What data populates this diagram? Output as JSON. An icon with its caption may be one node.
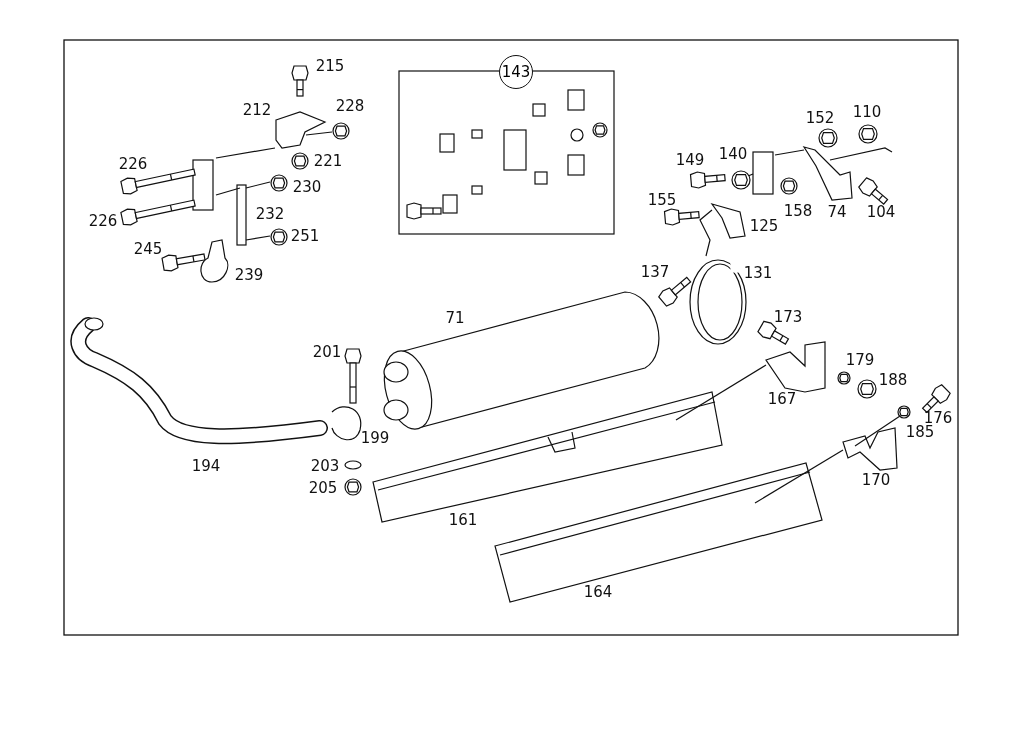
{
  "diagram": {
    "nodes": [
      {
        "text": [
          "143"
        ]
      }
    ],
    "labels": [
      "215",
      "212",
      "228",
      "226",
      "221",
      "226",
      "230",
      "232",
      "245",
      "251",
      "239",
      "152",
      "110",
      "149",
      "140",
      "155",
      "158",
      "74",
      "104",
      "125",
      "137",
      "131",
      "71",
      "173",
      "201",
      "179",
      "188",
      "167",
      "176",
      "185",
      "199",
      "194",
      "203",
      "205",
      "170",
      "161",
      "164"
    ]
  }
}
